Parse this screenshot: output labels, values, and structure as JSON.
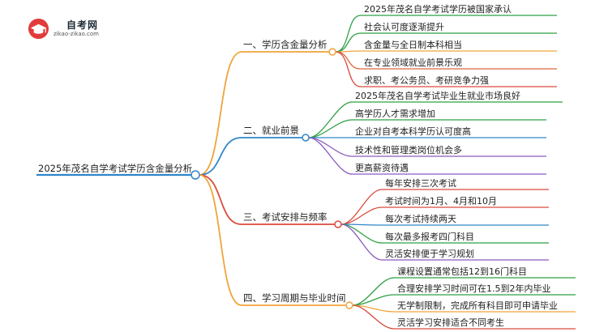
{
  "brand": {
    "name": "自考网",
    "url": "zikao-zikao.com"
  },
  "mindmap": {
    "root": "2025年茂名自学考试学历含金量分析",
    "branches": [
      {
        "label": "一、学历含金量分析",
        "color": "#f0a43a",
        "leaves": [
          {
            "text": "2025年茂名自学考试学历被国家承认",
            "color": "#2ea043"
          },
          {
            "text": "社会认可度逐渐提升",
            "color": "#2ea043"
          },
          {
            "text": "含金量与全日制本科相当",
            "color": "#f0a43a"
          },
          {
            "text": "在专业领域就业前景乐观",
            "color": "#e0663d"
          },
          {
            "text": "求职、考公务员、考研竞争力强",
            "color": "#d94a3d"
          }
        ]
      },
      {
        "label": "二、就业前景",
        "color": "#2f86c9",
        "leaves": [
          {
            "text": "2025年茂名自学考试毕业生就业市场良好",
            "color": "#2ea043"
          },
          {
            "text": "高学历人才需求增加",
            "color": "#2ea043"
          },
          {
            "text": "企业对自考本科学历认可度高",
            "color": "#2f86c9"
          },
          {
            "text": "技术性和管理类岗位机会多",
            "color": "#8a5bbf"
          },
          {
            "text": "更高薪资待遇",
            "color": "#8a5bbf"
          }
        ]
      },
      {
        "label": "三、考试安排与频率",
        "color": "#d94a3d",
        "leaves": [
          {
            "text": "每年安排三次考试",
            "color": "#d94a3d"
          },
          {
            "text": "考试时间为1月、4月和10月",
            "color": "#d94a3d"
          },
          {
            "text": "每次考试持续两天",
            "color": "#2f86c9"
          },
          {
            "text": "每次最多报考四门科目",
            "color": "#2ea043"
          },
          {
            "text": "灵活安排便于学习规划",
            "color": "#8a5bbf"
          }
        ]
      },
      {
        "label": "四、学习周期与毕业时间",
        "color": "#f0a43a",
        "leaves": [
          {
            "text": "课程设置通常包括12到16门科目",
            "color": "#2ea043"
          },
          {
            "text": "合理安排学习时间可在1.5到2年内毕业",
            "color": "#2ea043"
          },
          {
            "text": "无学制限制，完成所有科目即可申请毕业",
            "color": "#f0a43a"
          },
          {
            "text": "灵活学习安排适合不同考生",
            "color": "#d94a3d"
          }
        ]
      }
    ]
  }
}
